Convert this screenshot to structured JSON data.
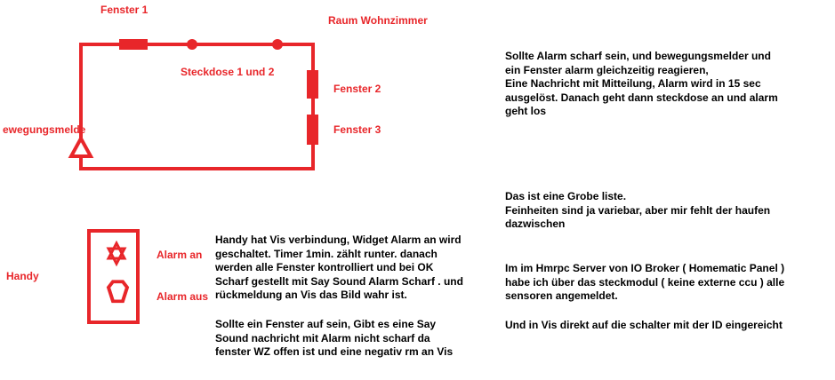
{
  "room": {
    "title": "Raum Wohnzimmer",
    "window1": "Fenster 1",
    "window2": "Fenster 2",
    "window3": "Fenster 3",
    "sockets": "Steckdose 1 und 2",
    "motion_sensor": "ewegungsmelde"
  },
  "phone": {
    "label": "Handy",
    "alarm_on": "Alarm an",
    "alarm_off": "Alarm aus"
  },
  "description_alarm": [
    "Sollte Alarm scharf sein, und bewegungsmelder und",
    "ein Fenster alarm gleichzeitig reagieren,",
    "Eine Nachricht mit Mitteilung, Alarm wird in 15 sec",
    "ausgelöst. Danach geht dann steckdose an und alarm",
    "geht los"
  ],
  "description_list": [
    "Das ist eine Grobe liste.",
    "Feinheiten sind ja variebar, aber mir fehlt der haufen",
    "dazwischen"
  ],
  "description_server": [
    "Im im Hmrpc Server von IO Broker ( Homematic Panel )",
    "habe ich über das steckmodul ( keine externe ccu ) alle",
    "sensoren angemeldet."
  ],
  "description_vis": [
    "Und in Vis direkt auf die schalter mit der ID eingereicht"
  ],
  "description_phone": [
    "Handy hat Vis verbindung, Widget Alarm an wird",
    "geschaltet. Timer 1min. zählt runter. danach",
    "werden alle Fenster kontrolliert und bei OK",
    "Scharf gestellt mit Say Sound Alarm Scharf . und",
    "rückmeldung an Vis das Bild wahr ist."
  ],
  "description_window_open": [
    "Sollte ein Fenster auf sein, Gibt es eine Say",
    "Sound nachricht mit Alarm nicht scharf da",
    "fenster WZ offen ist und eine negativ rm an Vis"
  ],
  "colors": {
    "accent": "#e8262a",
    "text": "#000000",
    "background": "#ffffff"
  }
}
